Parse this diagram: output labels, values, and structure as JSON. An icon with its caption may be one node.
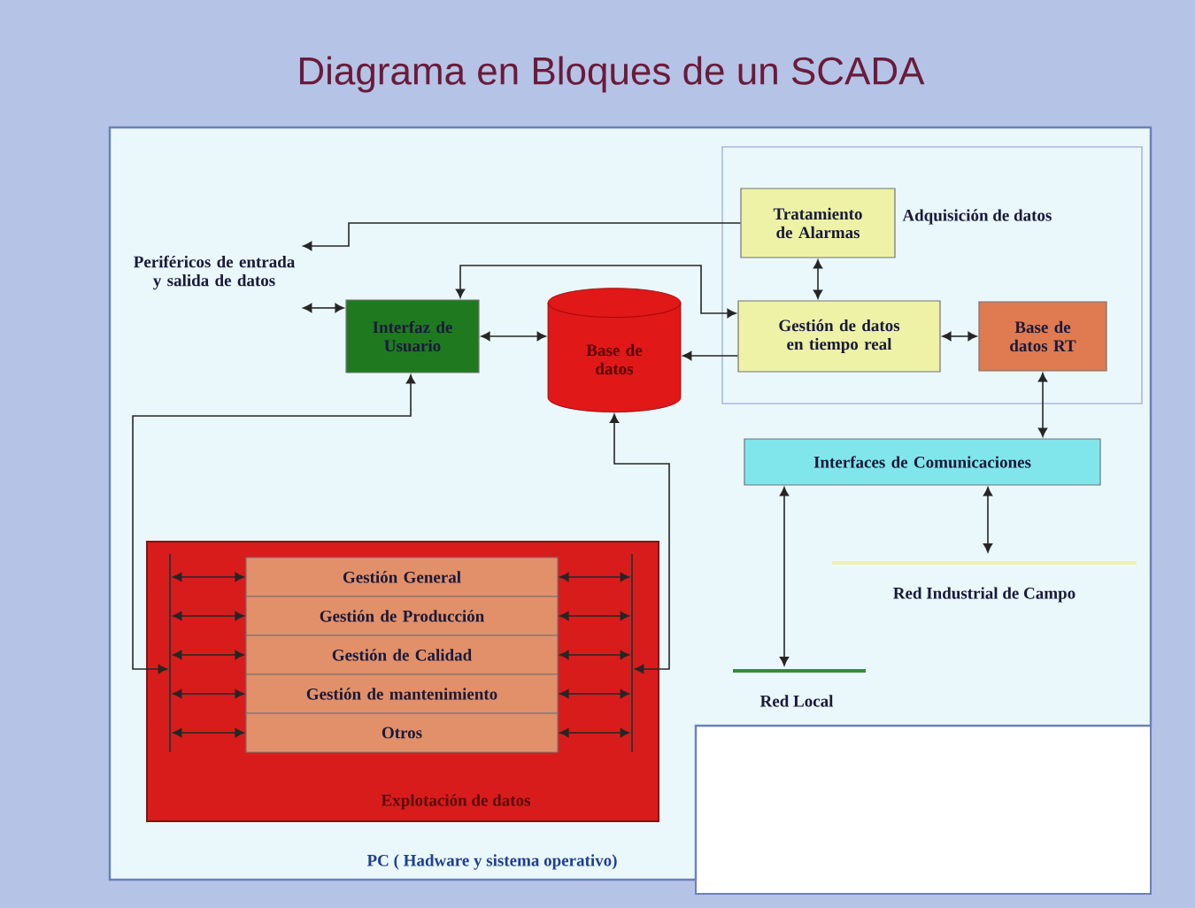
{
  "diagram": {
    "title": "Diagrama en Bloques de un SCADA",
    "nodes": [
      {
        "text": [
          "PC ( Hadware y sistema operativo)"
        ]
      },
      {
        "text": [
          "Adquisición de datos"
        ],
        "in": 0
      },
      {
        "text": [
          "Tratamiento de Alarmas"
        ],
        "in": 1
      },
      {
        "text": [
          "Gestión de datos en tiempo real"
        ],
        "in": 1
      },
      {
        "text": [
          "Base de datos RT"
        ],
        "in": 1
      },
      {
        "text": [
          "Interfaces de Comunicaciones"
        ],
        "in": 0
      },
      {
        "text": [
          "Red Industrial de Campo"
        ],
        "in": 0
      },
      {
        "text": [
          "Red Local"
        ],
        "in": 0
      },
      {
        "text": [
          "Periféricos de entrada y salida de datos"
        ],
        "in": 0
      },
      {
        "text": [
          "Interfaz de Usuario"
        ],
        "in": 0
      },
      {
        "text": [
          "Base de datos"
        ],
        "in": 0
      },
      {
        "text": [
          "Explotación de datos"
        ],
        "in": 0
      },
      {
        "text": [
          "Gestión General"
        ],
        "in": 11
      },
      {
        "text": [
          "Gestión de Producción"
        ],
        "in": 11
      },
      {
        "text": [
          "Gestión de Calidad"
        ],
        "in": 11
      },
      {
        "text": [
          "Gestión de mantenimiento"
        ],
        "in": 11
      },
      {
        "text": [
          "Otros"
        ],
        "in": 11
      },
      {
        "text": [],
        "shape": "bar",
        "in": 11
      },
      {
        "text": [],
        "shape": "bar",
        "in": 11
      }
    ],
    "edges": [
      {
        "from": 8,
        "to": 9,
        "arrow": "both"
      },
      {
        "from": 2,
        "to": 8,
        "arrow": "to"
      },
      {
        "from": 9,
        "to": 3,
        "arrow": "both"
      },
      {
        "from": 3,
        "to": 10,
        "arrow": "to"
      },
      {
        "from": 9,
        "to": 10,
        "arrow": "both"
      },
      {
        "from": 2,
        "to": 3,
        "arrow": "both"
      },
      {
        "from": 3,
        "to": 4,
        "arrow": "both"
      },
      {
        "from": 4,
        "to": 5,
        "arrow": "both"
      },
      {
        "from": 5,
        "to": 7,
        "arrow": "both"
      },
      {
        "from": 5,
        "to": 6,
        "arrow": "both"
      },
      {
        "from": 17,
        "to": 9,
        "arrow": "both"
      },
      {
        "from": 10,
        "to": 18,
        "arrow": "both"
      },
      {
        "from": 17,
        "to": 12,
        "arrow": "both"
      },
      {
        "from": 17,
        "to": 13,
        "arrow": "both"
      },
      {
        "from": 17,
        "to": 14,
        "arrow": "both"
      },
      {
        "from": 17,
        "to": 15,
        "arrow": "both"
      },
      {
        "from": 17,
        "to": 16,
        "arrow": "both"
      },
      {
        "from": 12,
        "to": 18,
        "arrow": "both"
      },
      {
        "from": 13,
        "to": 18,
        "arrow": "both"
      },
      {
        "from": 14,
        "to": 18,
        "arrow": "both"
      },
      {
        "from": 15,
        "to": 18,
        "arrow": "both"
      },
      {
        "from": 16,
        "to": 18,
        "arrow": "both"
      }
    ]
  }
}
